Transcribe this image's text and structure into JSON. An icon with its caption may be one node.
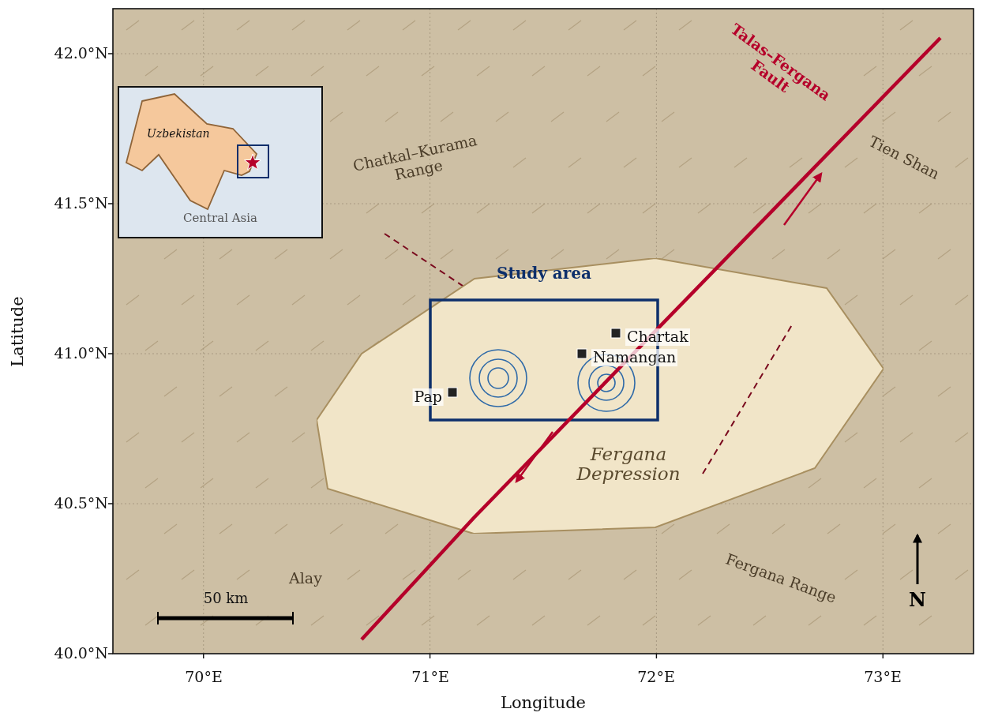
{
  "diagram": {
    "nodes": [
      {
        "text": [
          "Central Asia"
        ]
      },
      {
        "text": [
          "Uzbekistan"
        ],
        "in": 0
      },
      {
        "text": [
          "Fergana Depression"
        ]
      },
      {
        "text": [
          "Study area"
        ],
        "in": 2
      }
    ],
    "edges": [],
    "labels": [
      "Talas–Fergana Fault",
      "42.0°N",
      "Tien Shan",
      "Chatkal–Kurama Range",
      "41.5°N",
      "Chartak",
      "Latitude",
      "41.0°N",
      "Namangan",
      "Pap",
      "40.5°N",
      "Fergana Range",
      "Alay",
      "N",
      "50 km",
      "40.0°N",
      "70°E",
      "71°E",
      "72°E",
      "73°E",
      "Longitude"
    ]
  }
}
